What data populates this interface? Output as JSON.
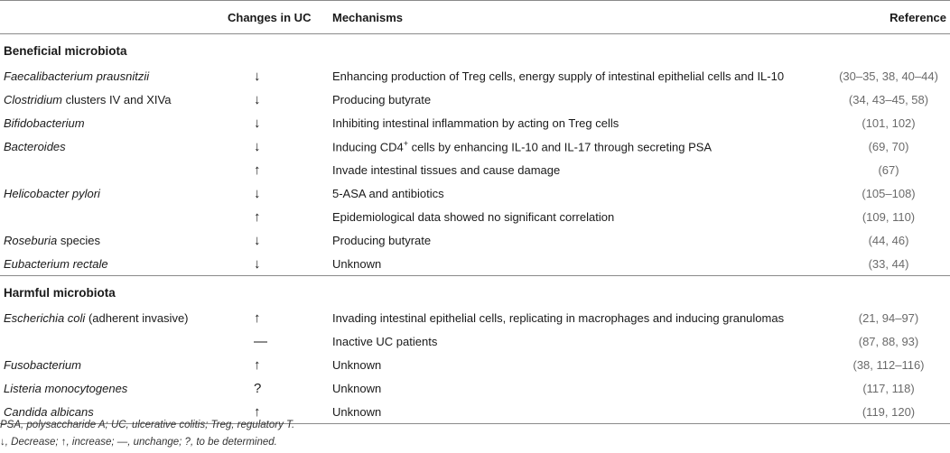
{
  "header": {
    "col_changes": "Changes in UC",
    "col_mechanisms": "Mechanisms",
    "col_reference": "Reference"
  },
  "sections": [
    {
      "title": "Beneficial microbiota",
      "rows": [
        {
          "name_italic": "Faecalibacterium prausnitzii",
          "name_rest": "",
          "change": "↓",
          "mechanism": "Enhancing production of Treg cells, energy supply of intestinal epithelial cells and IL-10",
          "reference": "(30–35, 38, 40–44)"
        },
        {
          "name_italic": "Clostridium",
          "name_rest": " clusters IV and XIVa",
          "change": "↓",
          "mechanism": "Producing butyrate",
          "reference": "(34, 43–45, 58)"
        },
        {
          "name_italic": "Bifidobacterium",
          "name_rest": "",
          "change": "↓",
          "mechanism": "Inhibiting intestinal inflammation by acting on Treg cells",
          "reference": "(101, 102)"
        },
        {
          "name_italic": "Bacteroides",
          "name_rest": "",
          "change": "↓",
          "mechanism_pre": "Inducing CD4",
          "mechanism_sup": "+",
          "mechanism_post": " cells by enhancing IL-10 and IL-17 through secreting PSA",
          "reference": "(69, 70)"
        },
        {
          "name_italic": "",
          "name_rest": "",
          "change": "↑",
          "mechanism": "Invade intestinal tissues and cause damage",
          "reference": "(67)"
        },
        {
          "name_italic": "Helicobacter pylori",
          "name_rest": "",
          "change": "↓",
          "mechanism": "5-ASA and antibiotics",
          "reference": "(105–108)"
        },
        {
          "name_italic": "",
          "name_rest": "",
          "change": "↑",
          "mechanism": "Epidemiological data showed no significant correlation",
          "reference": "(109, 110)"
        },
        {
          "name_italic": "Roseburia",
          "name_rest": " species",
          "change": "↓",
          "mechanism": "Producing butyrate",
          "reference": "(44, 46)"
        },
        {
          "name_italic": "Eubacterium rectale",
          "name_rest": "",
          "change": "↓",
          "mechanism": "Unknown",
          "reference": "(33, 44)"
        }
      ]
    },
    {
      "title": "Harmful microbiota",
      "rows": [
        {
          "name_italic": "Escherichia coli",
          "name_rest": " (adherent invasive)",
          "change": "↑",
          "mechanism": "Invading intestinal epithelial cells, replicating in macrophages and inducing granulomas",
          "reference": "(21, 94–97)"
        },
        {
          "name_italic": "",
          "name_rest": "",
          "change": "—",
          "mechanism": "Inactive UC patients",
          "reference": "(87, 88, 93)"
        },
        {
          "name_italic": "Fusobacterium",
          "name_rest": "",
          "change": "↑",
          "mechanism": "Unknown",
          "reference": "(38, 112–116)"
        },
        {
          "name_italic": "Listeria monocytogenes",
          "name_rest": "",
          "change": "?",
          "mechanism": "Unknown",
          "reference": "(117, 118)"
        },
        {
          "name_italic": "Candida albicans",
          "name_rest": "",
          "change": "↑",
          "mechanism": "Unknown",
          "reference": "(119, 120)"
        }
      ]
    }
  ],
  "footnotes": [
    "PSA, polysaccharide A; UC, ulcerative colitis; Treg, regulatory T.",
    "↓, Decrease; ↑, increase; —, unchange; ?, to be determined."
  ]
}
